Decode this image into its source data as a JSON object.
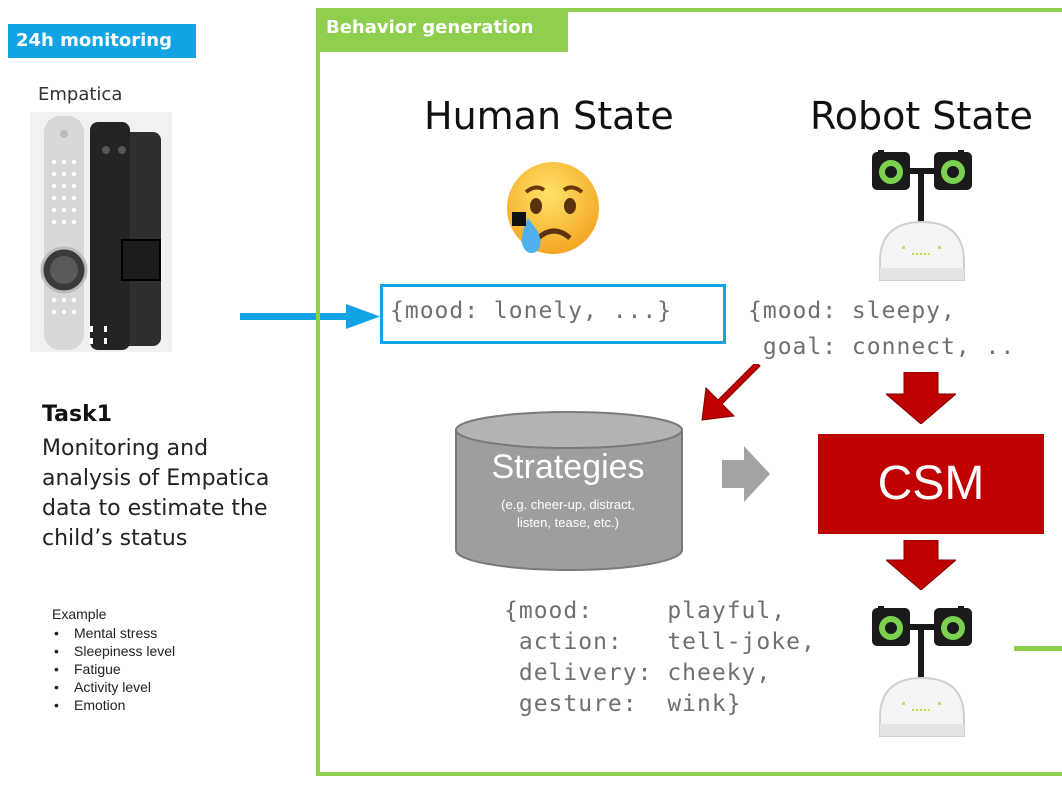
{
  "left_panel": {
    "badge": "24h monitoring",
    "device_label": "Empatica",
    "task_title": "Task1",
    "task_description": "Monitoring and analysis of Empatica data to estimate the child’s status",
    "example_title": "Example",
    "examples": [
      "Mental stress",
      "Sleepiness level",
      "Fatigue",
      "Activity level",
      "Emotion"
    ]
  },
  "behavior": {
    "badge": "Behavior generation",
    "human_state_title": "Human State",
    "robot_state_title": "Robot State",
    "human_mood_text": "{mood: lonely, ...}",
    "robot_state_line1": "{mood: sleepy,",
    "robot_state_line2": " goal: connect, ..",
    "strategies_title": "Strategies",
    "strategies_sub_line1": "(e.g. cheer-up, distract,",
    "strategies_sub_line2": "listen, tease, etc.)",
    "csm_label": "CSM",
    "output_lines": [
      "{mood:     playful,",
      " action:   tell-joke,",
      " delivery: cheeky,",
      " gesture:  wink}"
    ]
  },
  "colors": {
    "blue": "#12a3e6",
    "green": "#8fcf4e",
    "red": "#c00000",
    "gray": "#9e9e9e"
  }
}
